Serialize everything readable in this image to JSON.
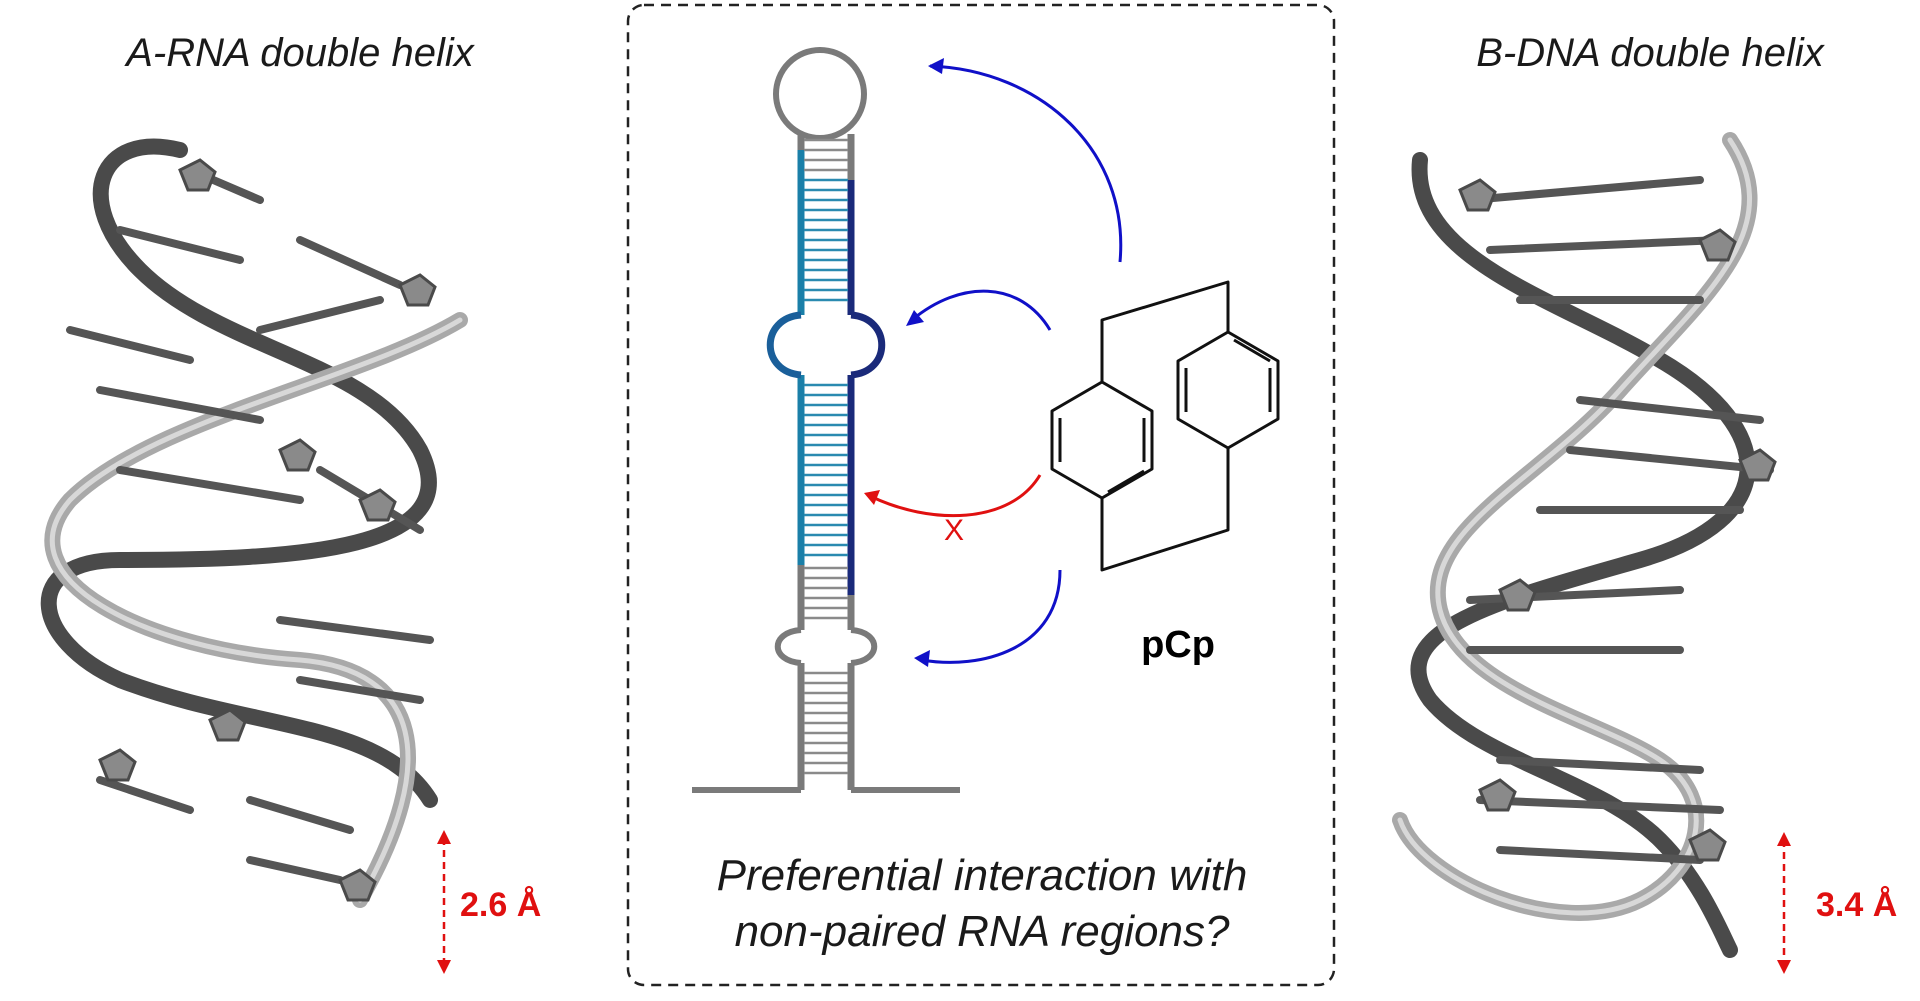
{
  "titles": {
    "left": "A-RNA double helix",
    "right": "B-DNA double helix"
  },
  "center": {
    "compound_label": "pCp",
    "caption_line1": "Preferential interaction with",
    "caption_line2": "non-paired RNA regions?",
    "blocked_mark": "X"
  },
  "measurements": {
    "rna_rise": "2.6 Å",
    "dna_rise": "3.4 Å"
  },
  "colors": {
    "favorable_arrow": "#1010c8",
    "blocked_arrow": "#e01010",
    "measure_text": "#e01010",
    "paired_region_light": "#1a7fa8",
    "paired_region_dark": "#1a2a7a",
    "unpaired_region": "#7a7a7a",
    "frame_border": "#222222"
  }
}
